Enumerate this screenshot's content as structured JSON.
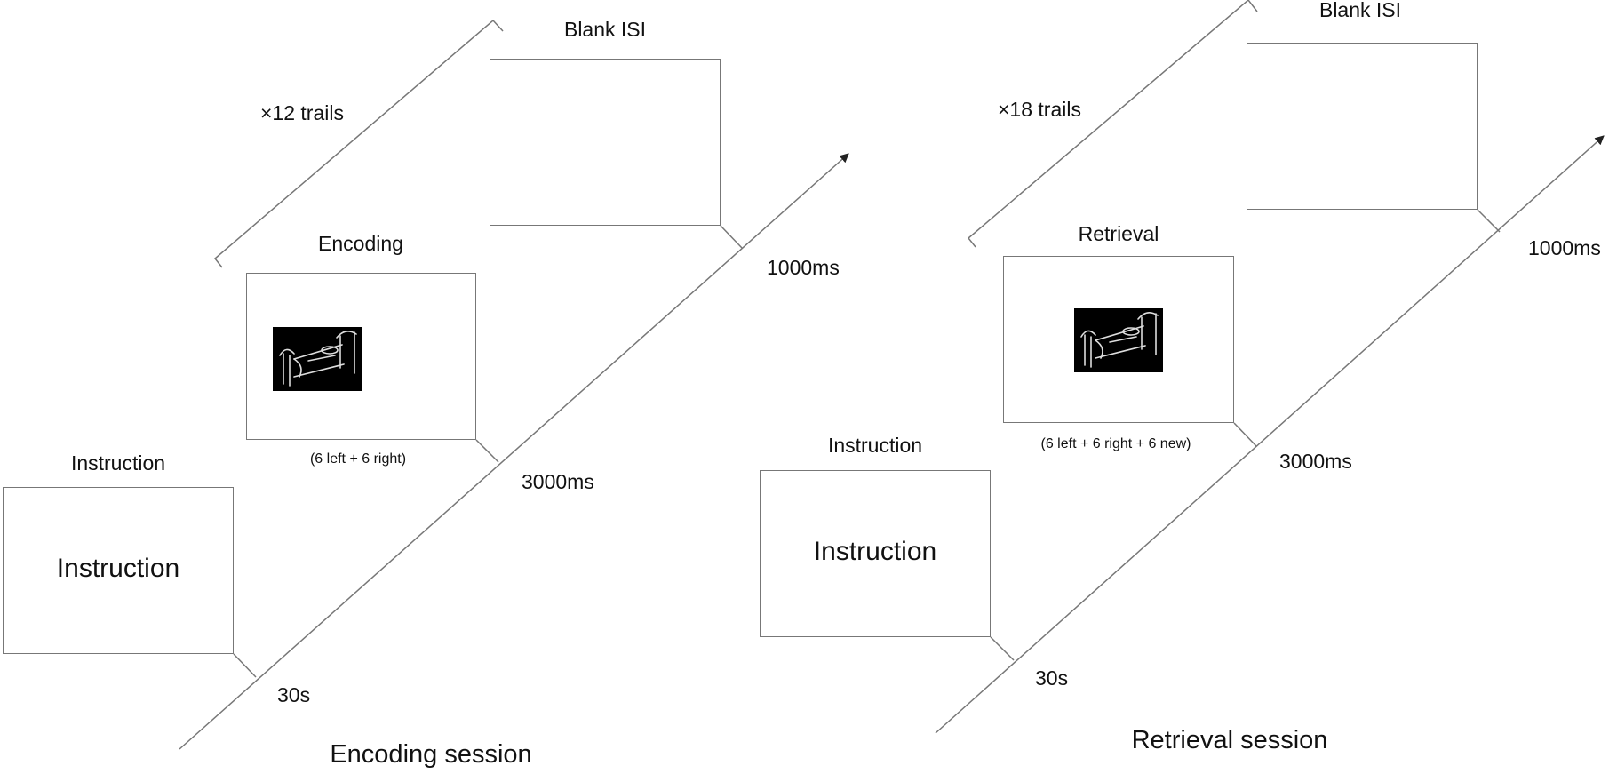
{
  "encoding": {
    "title": "Encoding session",
    "trials": "×12 trails",
    "instruction_label": "Instruction",
    "instruction_text": "Instruction",
    "stim_label": "Encoding",
    "stim_note": "(6 left + 6 right)",
    "isi_label": "Blank ISI",
    "durations": [
      "30s",
      "3000ms",
      "1000ms"
    ],
    "stimulus_icon": "bed-icon"
  },
  "retrieval": {
    "title": "Retrieval session",
    "trials": "×18 trails",
    "instruction_label": "Instruction",
    "instruction_text": "Instruction",
    "stim_label": "Retrieval",
    "stim_note": "(6 left + 6 right + 6 new)",
    "isi_label": "Blank ISI",
    "durations": [
      "30s",
      "3000ms",
      "1000ms"
    ],
    "stimulus_icon": "bed-icon"
  },
  "colors": {
    "line": "#777777",
    "stimulus_bg": "#000000",
    "stimulus_line": "#dddddd"
  }
}
